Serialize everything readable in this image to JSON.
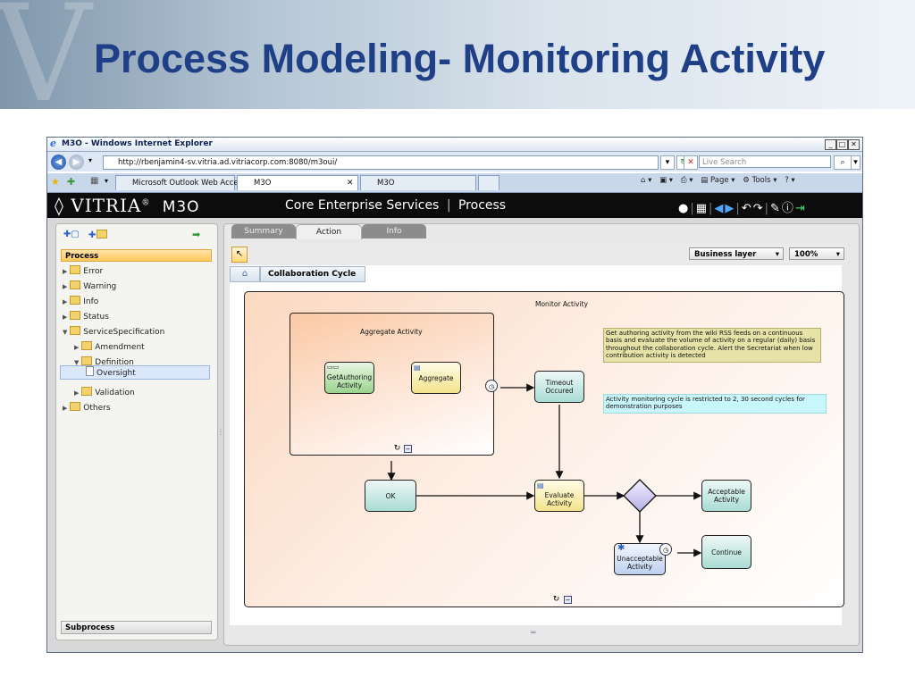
{
  "slide": {
    "title": "Process Modeling- Monitoring Activity"
  },
  "browser": {
    "window_title": "M3O - Windows Internet Explorer",
    "url": "http://rbenjamin4-sv.vitria.ad.vitriacorp.com:8080/m3oui/",
    "search_placeholder": "Live Search",
    "tabs": [
      {
        "label": "Microsoft Outlook Web Access"
      },
      {
        "label": "M3O"
      },
      {
        "label": "M3O"
      }
    ],
    "commands": {
      "page": "Page",
      "tools": "Tools"
    }
  },
  "app": {
    "logo": "VITRIA",
    "logo_suffix": "M3O",
    "header_title": "Core Enterprise Services",
    "header_section": "Process",
    "tabs": [
      "Summary",
      "Action",
      "Info"
    ],
    "active_tab": "Action",
    "layer_select": "Business layer",
    "zoom": "100%",
    "breadcrumb": "Collaboration Cycle"
  },
  "tree": {
    "header": "Process",
    "items": [
      {
        "label": "Error"
      },
      {
        "label": "Warning"
      },
      {
        "label": "Info"
      },
      {
        "label": "Status"
      },
      {
        "label": "ServiceSpecification"
      },
      {
        "label": "Amendment"
      },
      {
        "label": "Definition"
      },
      {
        "label": "Oversight"
      },
      {
        "label": "Validation"
      },
      {
        "label": "Others"
      }
    ],
    "footer": "Subprocess"
  },
  "diagram": {
    "pool_label": "Monitor Activity",
    "subprocess_label": "Aggregate Activity",
    "tasks": {
      "get_authoring": "GetAuthoring Activity",
      "aggregate": "Aggregate",
      "timeout": "Timeout Occured",
      "ok": "OK",
      "evaluate": "Evaluate Activity",
      "acceptable": "Acceptable Activity",
      "unacceptable": "Unacceptable Activity",
      "continue": "Continue"
    },
    "note1": "Get authoring activity from the wiki RSS feeds on a continuous basis and evaluate the volume of activity on a regular (daily) basis throughout the collaboration cycle. Alert the Secretariat when low contribution activity is detected",
    "note2": "Activity monitoring cycle is restricted to 2, 30 second cycles for demonstration purposes"
  }
}
